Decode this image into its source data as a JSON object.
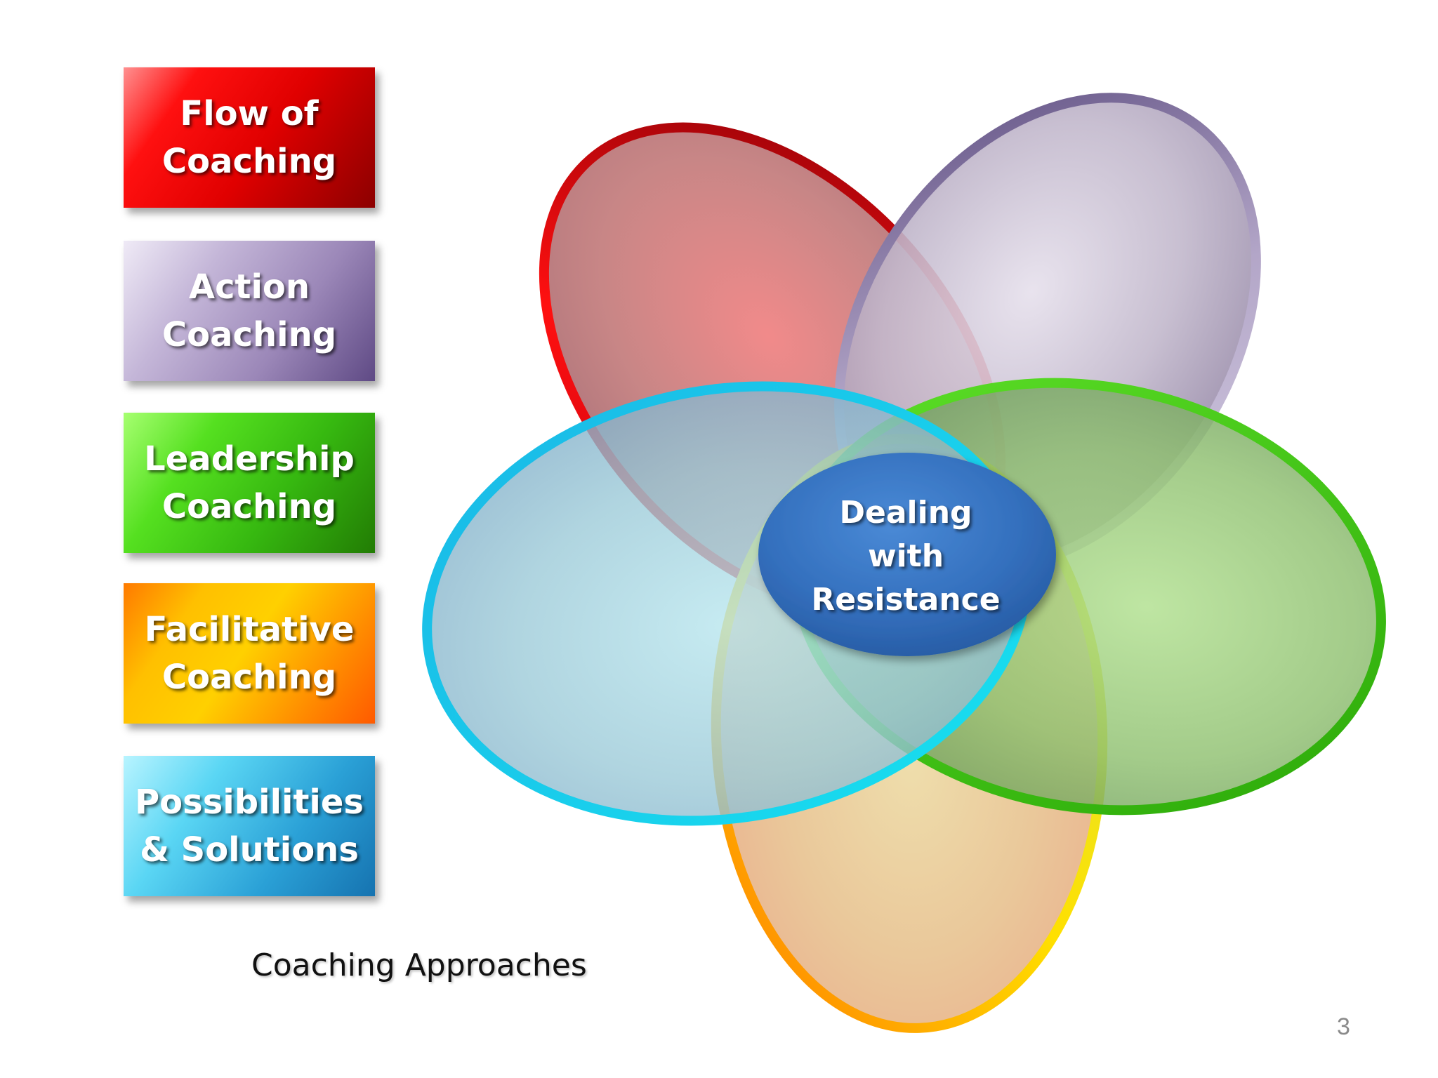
{
  "legend": {
    "flow": "Flow of\nCoaching",
    "action": "Action\nCoaching",
    "leadership": "Leadership\nCoaching",
    "facilitative": "Facilitative\nCoaching",
    "possibilities": "Possibilities\n& Solutions"
  },
  "center": {
    "label": "Dealing\nwith\nResistance"
  },
  "caption": "Coaching Approaches",
  "page_number": "3",
  "colors": {
    "red": "#e00000",
    "purple": "#7a6a9a",
    "green": "#3cc214",
    "yellow_orange": "#ffb000",
    "cyan": "#18d4ee",
    "center_blue": "#2f6cb8"
  }
}
